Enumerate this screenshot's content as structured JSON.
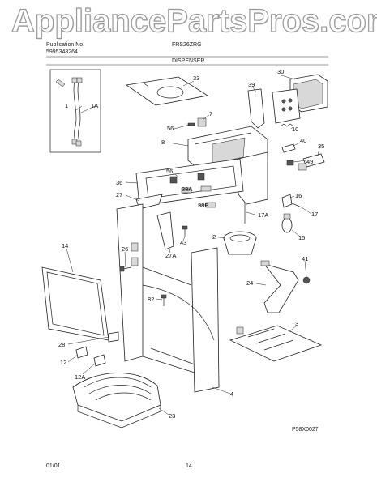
{
  "watermark": "AppliancePartsPros.com",
  "header": {
    "publication_label": "Publication No.",
    "publication_number": "5995348264",
    "model": "FRS26ZRG",
    "section": "DISPENSER"
  },
  "footer": {
    "date": "01/01",
    "page": "14",
    "diagram_code": "P58X0027"
  },
  "callouts": [
    "1",
    "1A",
    "33",
    "39",
    "30",
    "7",
    "56",
    "10",
    "8",
    "40",
    "35",
    "49",
    "56",
    "36",
    "38A",
    "16",
    "27",
    "38B",
    "17A",
    "17",
    "2",
    "15",
    "43",
    "14",
    "26",
    "27A",
    "41",
    "24",
    "82",
    "3",
    "28",
    "12",
    "12A",
    "4",
    "23"
  ]
}
